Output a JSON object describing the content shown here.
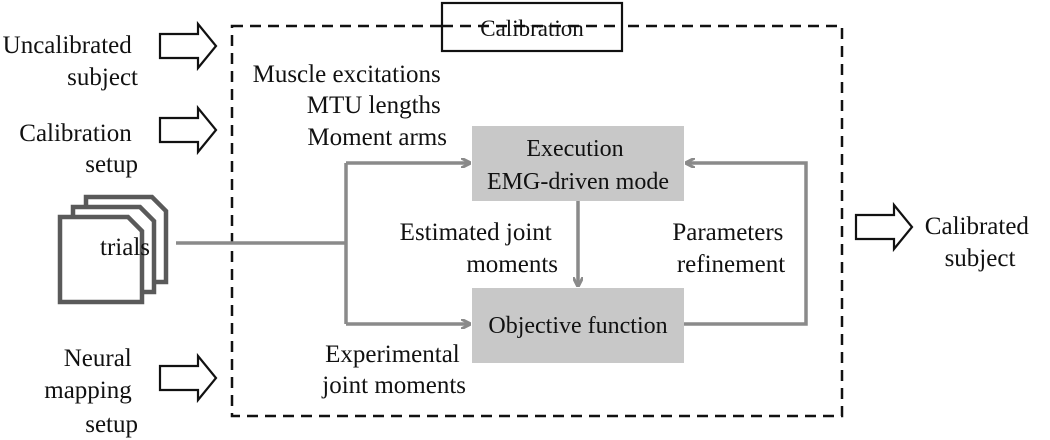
{
  "calibration_title": "Calibration",
  "inputs": {
    "uncalibrated_subject": [
      "Uncalibrated",
      "subject"
    ],
    "calibration_setup": [
      "Calibration",
      "setup"
    ],
    "neural_mapping_setup": [
      "Neural",
      "mapping",
      "setup"
    ],
    "trials": "trials"
  },
  "signals": {
    "model_inputs": [
      "Muscle excitations",
      "MTU lengths",
      "Moment arms"
    ],
    "estimated_moments": [
      "Estimated joint",
      "moments"
    ],
    "parameters_refinement": [
      "Parameters",
      "refinement"
    ],
    "experimental_moments": [
      "Experimental",
      "joint moments"
    ]
  },
  "blocks": {
    "execution": [
      "Execution",
      "EMG-driven mode"
    ],
    "objective": "Objective function"
  },
  "output": [
    "Calibrated",
    "subject"
  ],
  "colors": {
    "connector": "#8a8a8a",
    "process_box": "#c8c8c8",
    "document": "#5a5a5a",
    "line": "#111111"
  }
}
